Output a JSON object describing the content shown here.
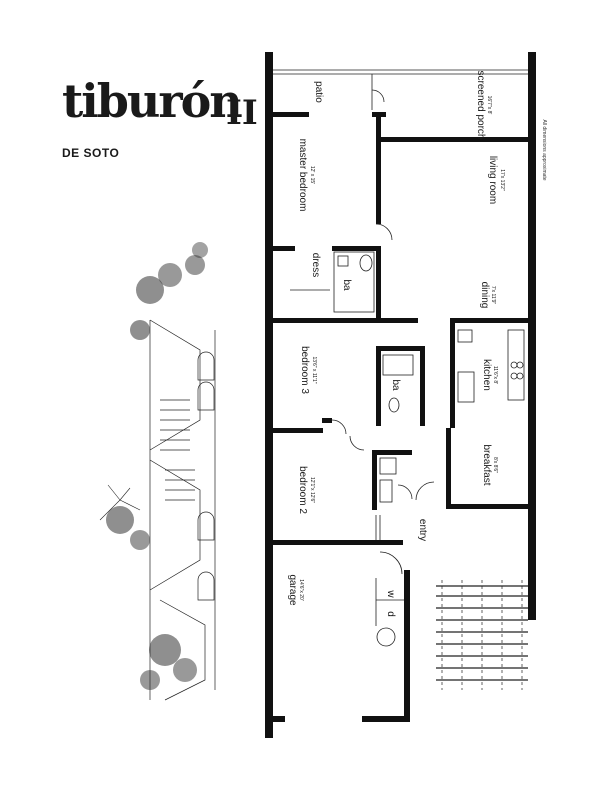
{
  "brochure": {
    "title": "tiburón",
    "model_suffix": "II",
    "subtitle": "DE SOTO",
    "note": "All dimensions approximate"
  },
  "rooms": [
    {
      "key": "patio",
      "name": "patio",
      "size": ""
    },
    {
      "key": "screened_porch",
      "name": "screened porch",
      "size": "16'7\"x 8'"
    },
    {
      "key": "master_bedroom",
      "name": "master bedroom",
      "size": "12' x 15'"
    },
    {
      "key": "living_room",
      "name": "living room",
      "size": "17'x 13'2\""
    },
    {
      "key": "dress",
      "name": "dress",
      "size": ""
    },
    {
      "key": "bath_master",
      "name": "ba",
      "size": ""
    },
    {
      "key": "dining",
      "name": "dining",
      "size": "7'x 11'9\""
    },
    {
      "key": "bedroom_3",
      "name": "bedroom 3",
      "size": "13'6\" x 11'1\""
    },
    {
      "key": "bath_hall",
      "name": "ba",
      "size": ""
    },
    {
      "key": "kitchen",
      "name": "kitchen",
      "size": "11'6\"x 8'"
    },
    {
      "key": "breakfast",
      "name": "breakfast",
      "size": "8'x 8'6\""
    },
    {
      "key": "bedroom_2",
      "name": "bedroom 2",
      "size": "12'1\"x 12'6\""
    },
    {
      "key": "entry",
      "name": "entry",
      "size": ""
    },
    {
      "key": "garage",
      "name": "garage",
      "size": "14'6\"x 20'"
    }
  ],
  "appliances": {
    "dryer": "d",
    "washer": "w"
  },
  "colors": {
    "ink": "#1a1a1a",
    "wall": "#111111",
    "paper": "#ffffff"
  }
}
